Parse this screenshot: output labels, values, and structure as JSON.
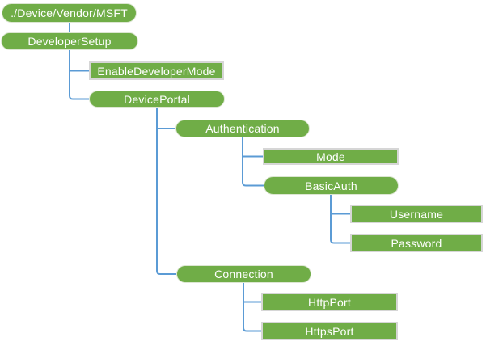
{
  "diagram": {
    "type": "tree",
    "description": "Configuration service provider node hierarchy",
    "colors": {
      "node_fill": "#70AD47",
      "node_text": "#FFFFFF",
      "rect_border": "#D6D6D6",
      "connector": "#5B9BD5",
      "background": "#FFFFFF"
    },
    "nodes": {
      "root": {
        "label": "./Device/Vendor/MSFT",
        "shape": "rounded",
        "parent": null
      },
      "developer_setup": {
        "label": "DeveloperSetup",
        "shape": "rounded",
        "parent": "root"
      },
      "enable_dev_mode": {
        "label": "EnableDeveloperMode",
        "shape": "rect",
        "parent": "developer_setup"
      },
      "device_portal": {
        "label": "DevicePortal",
        "shape": "rounded",
        "parent": "developer_setup"
      },
      "authentication": {
        "label": "Authentication",
        "shape": "rounded",
        "parent": "device_portal"
      },
      "mode": {
        "label": "Mode",
        "shape": "rect",
        "parent": "authentication"
      },
      "basic_auth": {
        "label": "BasicAuth",
        "shape": "rounded",
        "parent": "authentication"
      },
      "username": {
        "label": "Username",
        "shape": "rect",
        "parent": "basic_auth"
      },
      "password": {
        "label": "Password",
        "shape": "rect",
        "parent": "basic_auth"
      },
      "connection": {
        "label": "Connection",
        "shape": "rounded",
        "parent": "device_portal"
      },
      "http_port": {
        "label": "HttpPort",
        "shape": "rect",
        "parent": "connection"
      },
      "https_port": {
        "label": "HttpsPort",
        "shape": "rect",
        "parent": "connection"
      }
    }
  }
}
